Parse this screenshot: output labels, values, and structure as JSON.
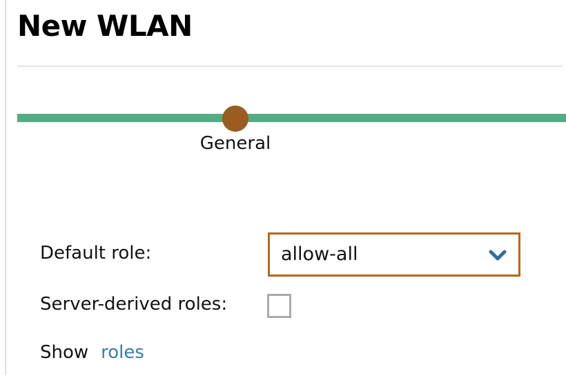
{
  "dialog": {
    "title": "New WLAN"
  },
  "stepper": {
    "steps": [
      {
        "label": "General",
        "state": "current"
      }
    ],
    "track_color": "#54ac85",
    "node_color": "#9a5c1f"
  },
  "form": {
    "rows": [
      {
        "label": "Default role:",
        "control": "select",
        "value": "allow-all",
        "icon": "chevron-down-icon",
        "border_color": "#b4671f",
        "icon_color": "#2e6e9e"
      },
      {
        "label": "Server-derived roles:",
        "control": "checkbox",
        "checked": false,
        "border_color": "#aaaaaa"
      },
      {
        "label": "Show",
        "control": "link",
        "link_text": "roles",
        "link_color": "#3a7ca5"
      }
    ]
  }
}
